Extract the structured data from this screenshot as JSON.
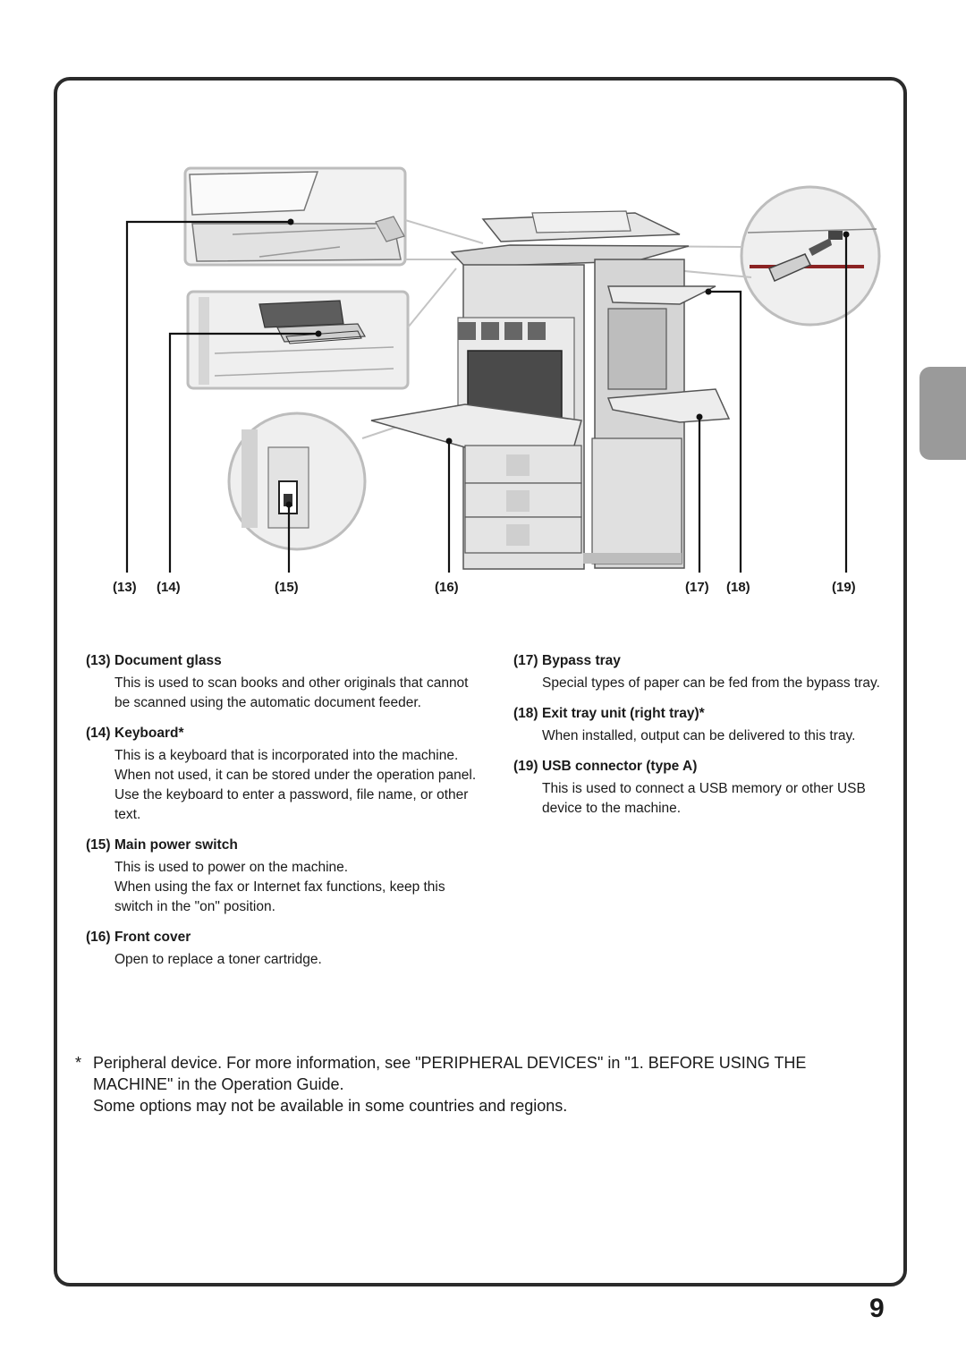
{
  "callouts": [
    "(13)",
    "(14)",
    "(15)",
    "(16)",
    "(17)",
    "(18)",
    "(19)"
  ],
  "items_left": [
    {
      "num": "(13)",
      "title": "Document glass",
      "paras": [
        "This is used to scan books and other originals that cannot be scanned using the automatic document feeder."
      ]
    },
    {
      "num": "(14)",
      "title": "Keyboard*",
      "paras": [
        "This is a keyboard that is incorporated into the machine. When not used, it can be stored under the operation panel.",
        "Use the keyboard to enter a password, file name, or other text."
      ]
    },
    {
      "num": "(15)",
      "title": "Main power switch",
      "paras": [
        "This is used to power on the machine.",
        "When using the fax or Internet fax functions, keep this switch in the \"on\" position."
      ]
    },
    {
      "num": "(16)",
      "title": "Front cover",
      "paras": [
        "Open to replace a toner cartridge."
      ]
    }
  ],
  "items_right": [
    {
      "num": "(17)",
      "title": "Bypass tray",
      "paras": [
        "Special types of paper can be fed from the bypass tray."
      ]
    },
    {
      "num": "(18)",
      "title": "Exit tray unit (right tray)*",
      "paras": [
        "When installed, output can be delivered to this tray."
      ]
    },
    {
      "num": "(19)",
      "title": "USB connector (type A)",
      "paras": [
        "This is used to connect a USB memory or other USB device to the machine."
      ]
    }
  ],
  "footnote": {
    "star": "*",
    "line1": "Peripheral device. For more information, see \"PERIPHERAL DEVICES\" in \"1. BEFORE USING THE MACHINE\" in the Operation Guide.",
    "line2": "Some options may not be available in some countries and regions."
  },
  "page_number": "9",
  "colors": {
    "frame": "#2b2b2b",
    "side_tab": "#9a9a9a",
    "line": "#111111",
    "machine_gray": "#d9d9d9"
  }
}
